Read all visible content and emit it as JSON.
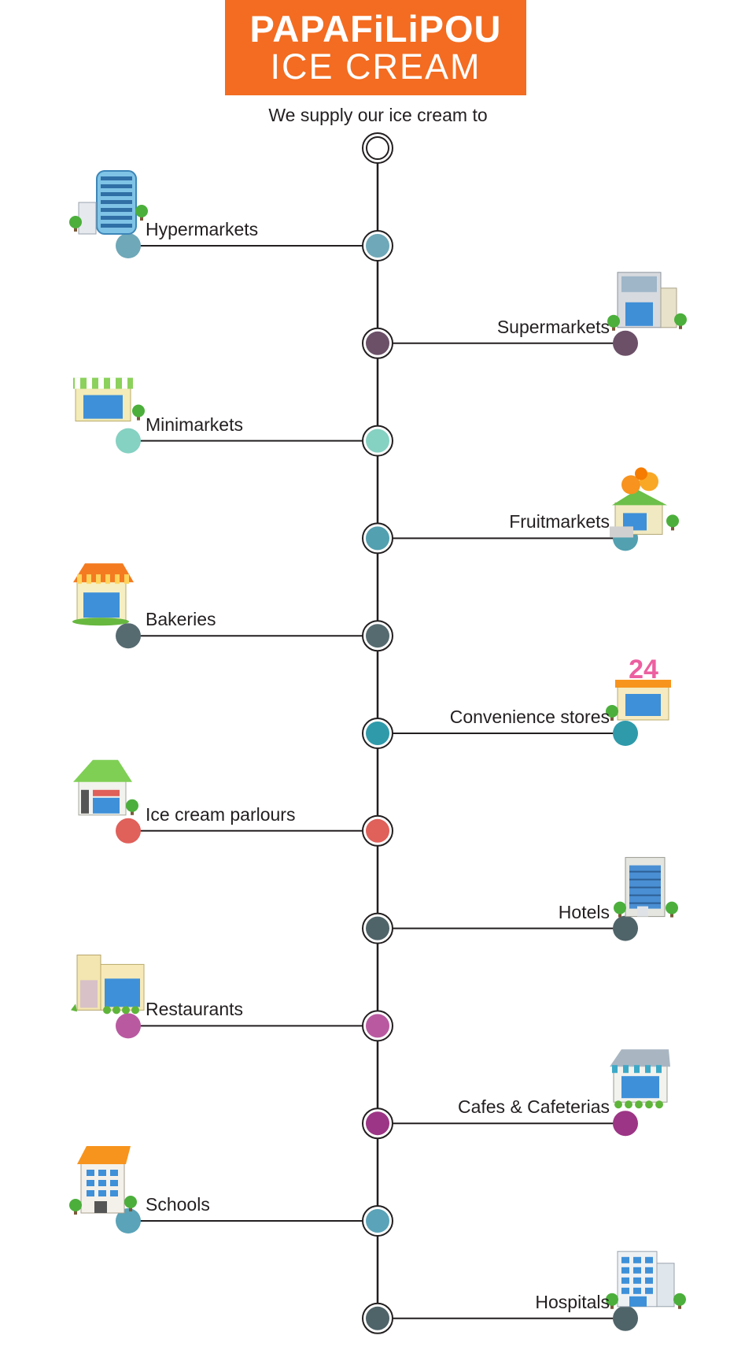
{
  "header": {
    "brand": "PAPAFiLiPOU",
    "product": "ICE CREAM",
    "bg_color": "#f36c21"
  },
  "subtitle": "We supply our ice cream to",
  "timeline": {
    "line_color": "#231f20",
    "start_node_color": "#ffffff",
    "items": [
      {
        "label": "Hypermarkets",
        "side": "left",
        "color": "#6fa8b8",
        "icon": "office-tower-icon"
      },
      {
        "label": "Supermarkets",
        "side": "right",
        "color": "#6b5068",
        "icon": "supermarket-building-icon"
      },
      {
        "label": "Minimarkets",
        "side": "left",
        "color": "#85d1c2",
        "icon": "minimarket-shop-icon"
      },
      {
        "label": "Fruitmarkets",
        "side": "right",
        "color": "#52a0b0",
        "icon": "fruit-shop-icon"
      },
      {
        "label": "Bakeries",
        "side": "left",
        "color": "#566b70",
        "icon": "bakery-shop-icon"
      },
      {
        "label": "Convenience stores",
        "side": "right",
        "color": "#2f9aaa",
        "icon": "store-24-icon"
      },
      {
        "label": "Ice cream parlours",
        "side": "left",
        "color": "#e0605a",
        "icon": "parlour-shop-icon"
      },
      {
        "label": "Hotels",
        "side": "right",
        "color": "#4f6469",
        "icon": "hotel-building-icon"
      },
      {
        "label": "Restaurants",
        "side": "left",
        "color": "#b95aa0",
        "icon": "restaurant-building-icon"
      },
      {
        "label": "Cafes & Cafeterias",
        "side": "right",
        "color": "#9c3585",
        "icon": "cafe-shop-icon"
      },
      {
        "label": "Schools",
        "side": "left",
        "color": "#5aa3b8",
        "icon": "school-building-icon"
      },
      {
        "label": "Hospitals",
        "side": "right",
        "color": "#4f6469",
        "icon": "hospital-building-icon"
      }
    ]
  }
}
